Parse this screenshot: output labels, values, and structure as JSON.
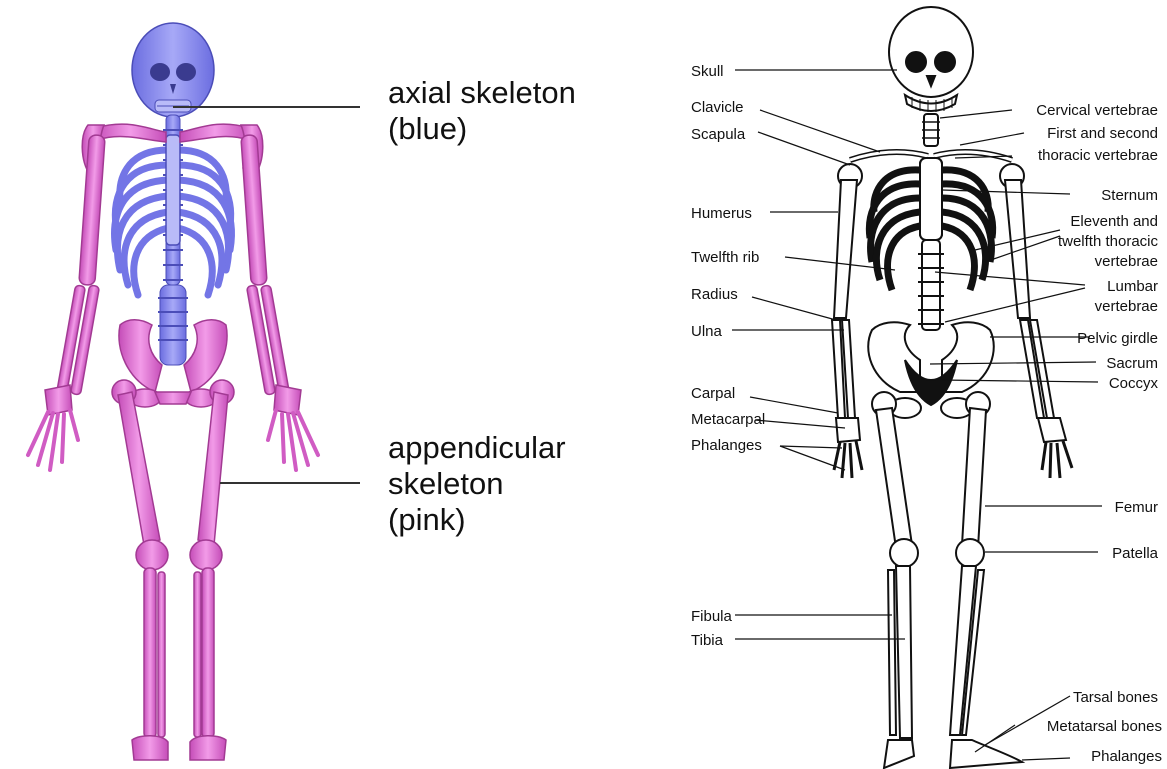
{
  "left_diagram": {
    "axial_label": [
      "axial skeleton",
      "(blue)"
    ],
    "appendicular_label": [
      "appendicular",
      "skeleton",
      "(pink)"
    ],
    "colors": {
      "axial": "#8a8cf0",
      "axial_dark": "#5a5cc8",
      "appendicular": "#e06bd6",
      "appendicular_dark": "#b9459f"
    }
  },
  "right_diagram": {
    "labels_left": {
      "skull": "Skull",
      "clavicle": "Clavicle",
      "scapula": "Scapula",
      "humerus": "Humerus",
      "twelfth_rib": "Twelfth rib",
      "radius": "Radius",
      "ulna": "Ulna",
      "carpal": "Carpal",
      "metacarpal": "Metacarpal",
      "phalanges_hand": "Phalanges",
      "fibula": "Fibula",
      "tibia": "Tibia"
    },
    "labels_right": {
      "cervical": "Cervical vertebrae",
      "first_second_1": "First and second",
      "first_second_2": "thoracic vertebrae",
      "sternum": "Sternum",
      "eleventh_1": "Eleventh and",
      "eleventh_2": "twelfth thoracic",
      "eleventh_3": "vertebrae",
      "lumbar_1": "Lumbar",
      "lumbar_2": "vertebrae",
      "pelvic": "Pelvic girdle",
      "sacrum": "Sacrum",
      "coccyx": "Coccyx",
      "femur": "Femur",
      "patella": "Patella",
      "tarsal": "Tarsal bones",
      "metatarsal": "Metatarsal bones",
      "phalanges_foot": "Phalanges"
    }
  }
}
